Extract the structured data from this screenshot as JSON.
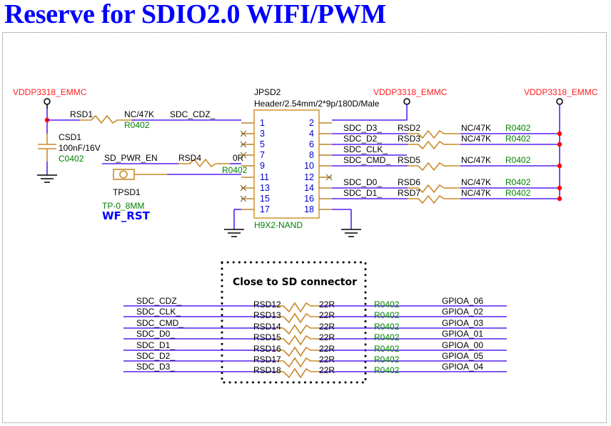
{
  "title": "Reserve for SDIO2.0 WIFI/PWM",
  "power_net": "VDDP3318_EMMC",
  "colors": {
    "title": "#0000ff",
    "wire": "#5522ee",
    "component": "#c98a2a",
    "power_label": "#ff2020",
    "footprint": "#008000",
    "junction": "#ff0000"
  },
  "connector": {
    "ref": "JPSD2",
    "value": "Header/2.54mm/2*9p/180D/Male",
    "footprint": "H9X2-NAND",
    "left_pins": [
      "1",
      "3",
      "5",
      "7",
      "9",
      "11",
      "13",
      "15",
      "17"
    ],
    "right_pins": [
      "2",
      "4",
      "6",
      "8",
      "10",
      "12",
      "14",
      "16",
      "18"
    ]
  },
  "left_section": {
    "rsd1": {
      "ref": "RSD1",
      "value": "NC/47K",
      "footprint": "R0402",
      "net": "SDC_CDZ_"
    },
    "csd1": {
      "ref": "CSD1",
      "value": "100nF/16V",
      "footprint": "C0402"
    },
    "rsd4": {
      "ref": "RSD4",
      "value": "0R",
      "footprint": "R0402",
      "net": "SD_PWR_EN"
    },
    "tpsd1": {
      "ref": "TPSD1",
      "footprint": "TP-0_8MM",
      "net": "WF_RST"
    }
  },
  "right_pullups": [
    {
      "net": "SDC_D3_",
      "ref": "RSD2",
      "value": "NC/47K",
      "footprint": "R0402"
    },
    {
      "net": "SDC_D2_",
      "ref": "RSD3",
      "value": "NC/47K",
      "footprint": "R0402"
    },
    {
      "net": "SDC_CLK_",
      "ref": "",
      "value": "",
      "footprint": ""
    },
    {
      "net": "SDC_CMD_",
      "ref": "RSD5",
      "value": "NC/47K",
      "footprint": "R0402"
    },
    {
      "net": "SDC_D0_",
      "ref": "RSD6",
      "value": "NC/47K",
      "footprint": "R0402"
    },
    {
      "net": "SDC_D1_",
      "ref": "RSD7",
      "value": "NC/47K",
      "footprint": "R0402"
    }
  ],
  "series_box_label": "Close to SD connector",
  "series_resistors": [
    {
      "net": "SDC_CDZ_",
      "ref": "RSD12",
      "value": "22R",
      "footprint": "R0402",
      "gpio": "GPIOA_06"
    },
    {
      "net": "SDC_CLK_",
      "ref": "RSD13",
      "value": "22R",
      "footprint": "R0402",
      "gpio": "GPIOA_02"
    },
    {
      "net": "SDC_CMD_",
      "ref": "RSD14",
      "value": "22R",
      "footprint": "R0402",
      "gpio": "GPIOA_03"
    },
    {
      "net": "SDC_D0_",
      "ref": "RSD15",
      "value": "22R",
      "footprint": "R0402",
      "gpio": "GPIOA_01"
    },
    {
      "net": "SDC_D1_",
      "ref": "RSD16",
      "value": "22R",
      "footprint": "R0402",
      "gpio": "GPIOA_00"
    },
    {
      "net": "SDC_D2_",
      "ref": "RSD17",
      "value": "22R",
      "footprint": "R0402",
      "gpio": "GPIOA_05"
    },
    {
      "net": "SDC_D3_",
      "ref": "RSD18",
      "value": "22R",
      "footprint": "R0402",
      "gpio": "GPIOA_04"
    }
  ]
}
